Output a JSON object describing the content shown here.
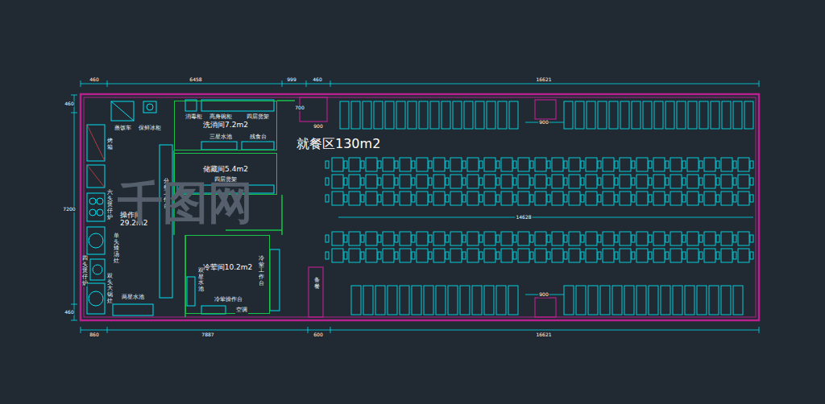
{
  "diagram": {
    "nodes": [
      {
        "text": [
          "洗消间7.2m2"
        ]
      },
      {
        "text": [
          "就餐区130m2"
        ]
      },
      {
        "text": [
          "储藏间5.4m2"
        ]
      },
      {
        "text": [
          "操作间 29.2m2"
        ]
      },
      {
        "text": [
          "冷荤间10.2m2"
        ]
      }
    ],
    "labels": [
      "460",
      "6458",
      "999",
      "460",
      "16621",
      "860",
      "7887",
      "600",
      "16621",
      "460",
      "7200",
      "460",
      "700",
      "900",
      "900",
      "14628",
      "900",
      "蒸饭车",
      "保鲜冰柜",
      "烤箱",
      "六头煲仔炉",
      "单头矮汤灶",
      "四头煲仔炉",
      "双头大锅灶",
      "两星水池",
      "消毒柜",
      "高身碗柜",
      "四层货架",
      "三星水池",
      "残食台",
      "四层货架",
      "分餐工作台",
      "双星水池",
      "冷荤工作台",
      "冷荤操作台",
      "空调",
      "备餐",
      "千图网"
    ]
  }
}
